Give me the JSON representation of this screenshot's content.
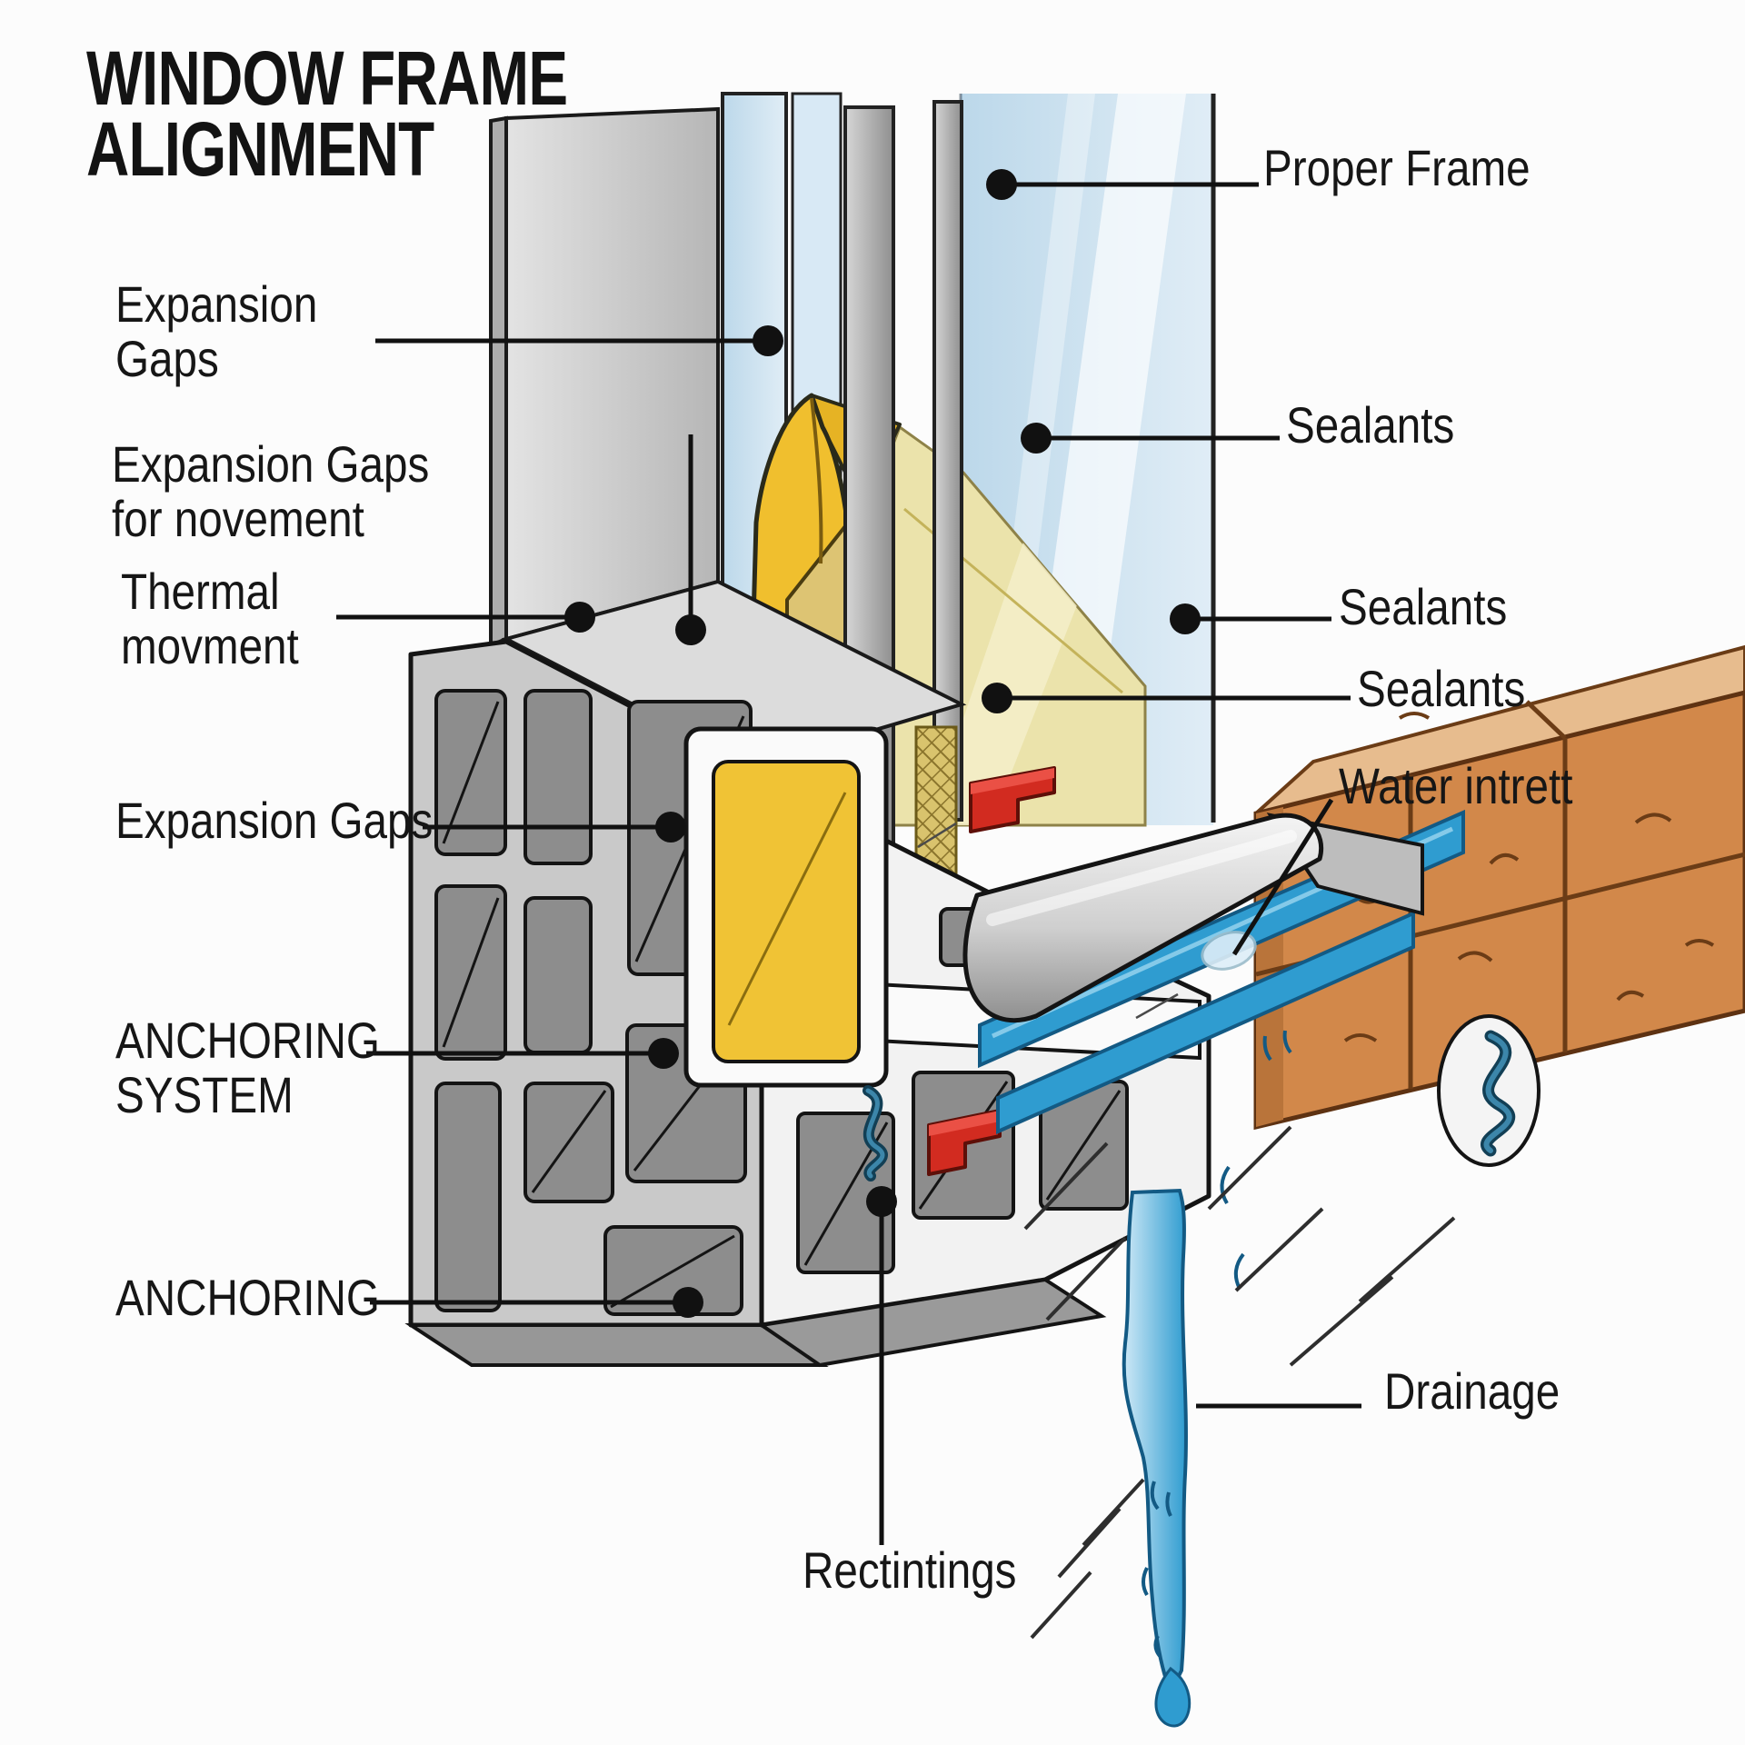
{
  "title": "WINDOW FRAME\nALIGNMENT",
  "labels": {
    "expansion_gaps_top": "Expansion\nGaps",
    "expansion_gaps_movement": "Expansion Gaps\nfor novement",
    "thermal_movement": "Thermal\nmovment",
    "expansion_gaps_mid": "Expansion Gaps",
    "anchoring_system": "ANCHORING\nSYSTEM",
    "anchoring": "ANCHORING",
    "proper_frame": "Proper Frame",
    "sealants_1": "Sealants",
    "sealants_2": "Sealants",
    "sealants_3": "Sealants",
    "water_intrett": "Water intrett",
    "drainage": "Drainage",
    "rectintings": "Rectintings"
  },
  "colors": {
    "line": "#161616",
    "frame_gray": "#c9c9c9",
    "chamber_gray": "#8d8d8d",
    "glass_blue": "#cfe2f0",
    "sealant_yellow": "#f0bf2e",
    "sealant_pale": "#ebe3ab",
    "gasket_teal": "#3c86aa",
    "clip_red": "#d22b20",
    "water_blue": "#2f9cd0",
    "brick_orange": "#d2884a"
  }
}
